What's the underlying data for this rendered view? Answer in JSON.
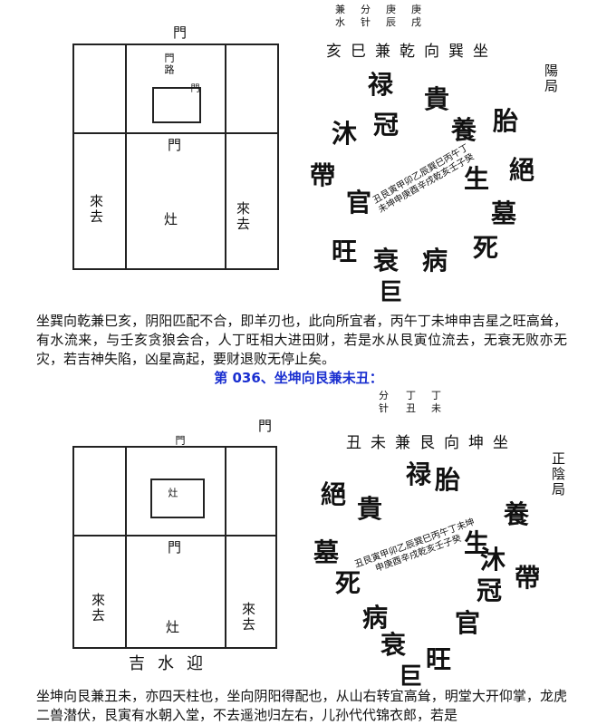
{
  "section1": {
    "compass_top": [
      "兼",
      "分",
      "庚",
      "庚",
      "水",
      "针",
      "辰",
      "戌"
    ],
    "header": "亥巳兼乾向巽坐",
    "side_label": "陽局",
    "plan_labels": {
      "top": "門",
      "top_small": "門路",
      "center_small": "門",
      "mid": "門",
      "left": "來去",
      "center": "灶",
      "right": "來去"
    },
    "ring_outer": [
      "禄",
      "貴",
      "冠",
      "沐",
      "帶",
      "官",
      "旺",
      "衰",
      "病",
      "死",
      "墓",
      "絕",
      "胎",
      "養",
      "生"
    ],
    "ring_inner": "丑艮寅甲卯乙辰巽巳丙午丁未坤申庚酉辛戌乾亥壬子癸",
    "paragraph": "坐巽向乾兼巳亥，阴阳匹配不合，即羊刃也，此向所宜者，丙午丁未坤申吉星之旺高耸，有水流来，与壬亥贪狼会合，人丁旺相大进田财，若是水从艮寅位流去，无衰无败亦无灾，若吉神失陷，凶星高起，要财退败无停止矣。"
  },
  "section2": {
    "title": "第 036、坐坤向艮兼未丑：",
    "compass_top": [
      "分",
      "丁",
      "丁",
      "针",
      "丑",
      "未"
    ],
    "header": "丑未兼艮向坤坐",
    "side_label": "正陰局",
    "plan_labels": {
      "top": "門",
      "top_small": "門",
      "center_small": "灶",
      "mid": "門",
      "left": "來去",
      "center": "灶",
      "right": "來去"
    },
    "bottom_label": "吉水迎",
    "ring_outer": [
      "禄",
      "貴",
      "冠",
      "沐",
      "帶",
      "官",
      "旺",
      "衰",
      "病",
      "死",
      "墓",
      "絕",
      "胎",
      "養",
      "生"
    ],
    "ring_inner": "丑艮寅甲卯乙辰巽巳丙午丁未坤申庚酉辛戌乾亥壬子癸",
    "paragraph": "坐坤向艮兼丑未，亦四天柱也，坐向阴阳得配也，从山右转宜高耸，明堂大开仰掌，龙虎二兽潜伏，艮寅有水朝入堂，不去遥池归左右，儿孙代代锦衣郎，若是"
  }
}
